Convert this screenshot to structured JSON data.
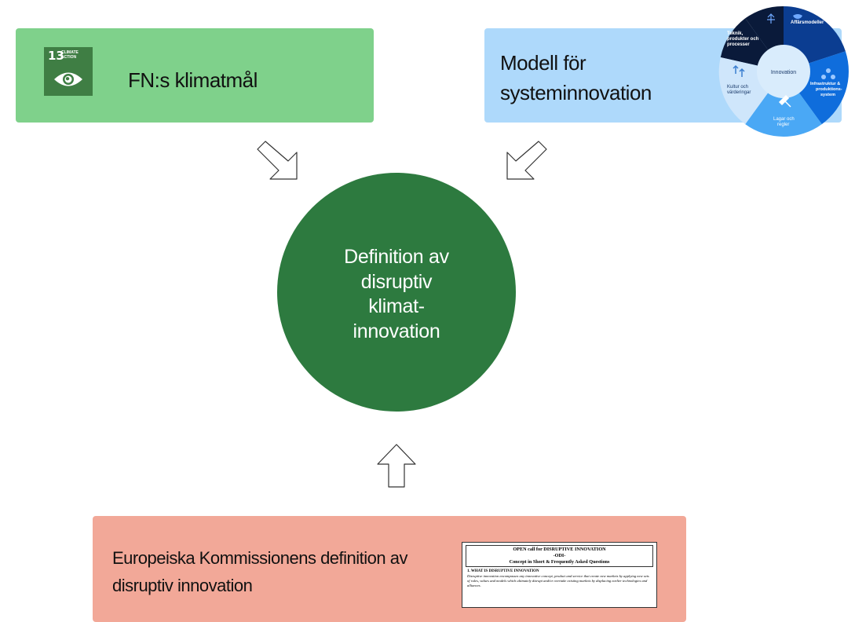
{
  "sdg_box": {
    "label": "FN:s klimatmål",
    "icon_number": "13",
    "icon_title": "CLIMATE ACTION",
    "color": "#7fd18b"
  },
  "system_box": {
    "label": "Modell för systeminnovation",
    "color": "#aed9fb",
    "wheel": {
      "center": "Innovation",
      "segments": [
        "Teknik, produkter och processer",
        "Affärsmodeller",
        "Infrastruktur & produktions-system",
        "Lagar och regler",
        "Kultur och värderingar"
      ]
    }
  },
  "center": {
    "text": "Definition av\ndisruptiv\nklimat-\ninnovation",
    "color": "#2d7a3f"
  },
  "ec_box": {
    "label": "Europeiska Kommissionens definition av disruptiv innovation",
    "color": "#f2a898",
    "document": {
      "heading1": "OPEN call for DISRUPTIVE INNOVATION",
      "heading2": "-ODI-",
      "heading3": "Concept in Short & Frequently Asked Questions",
      "section": "1.   WHAT IS DISRUPTIVE INNOVATION",
      "body": "Disruptive innovation encompasses any innovative concept, product and service that create new markets by applying new sets of rules, values and models which ultimately disrupt and/or overtake existing markets by displacing earlier technologies and alliances."
    }
  }
}
